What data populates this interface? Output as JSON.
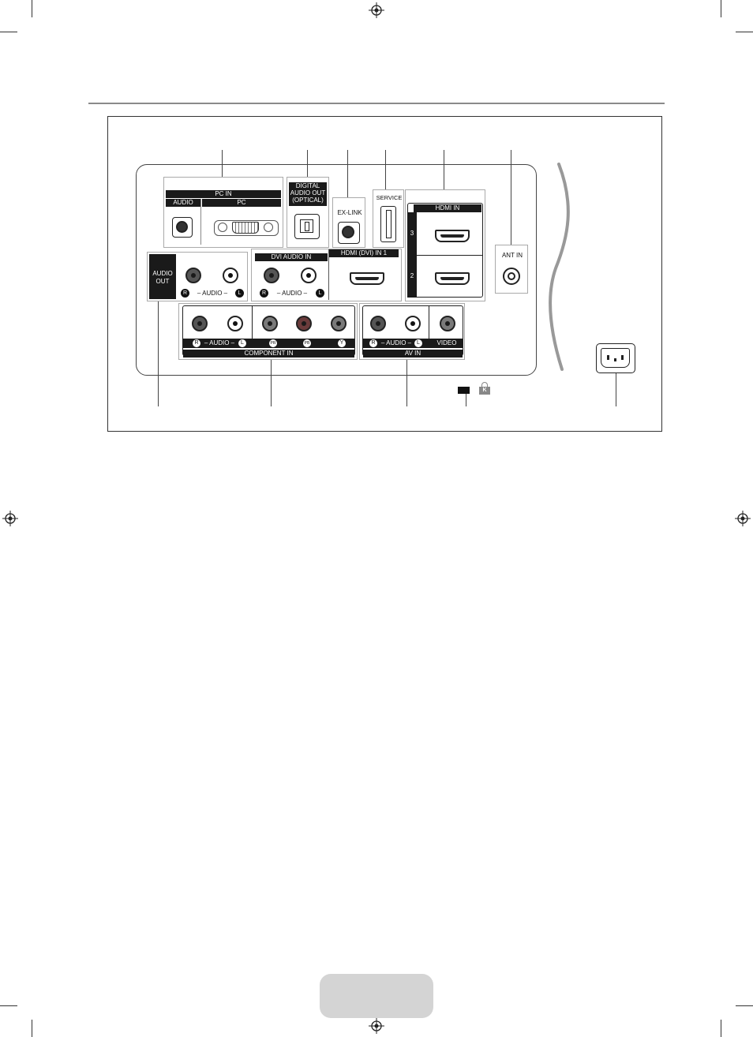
{
  "labels": {
    "pc_in": "PC IN",
    "audio": "AUDIO",
    "pc": "PC",
    "digital_audio_out_1": "DIGITAL",
    "digital_audio_out_2": "AUDIO OUT",
    "digital_audio_out_3": "(OPTICAL)",
    "ex_link": "EX-LINK",
    "service": "SERVICE",
    "hdmi_in": "HDMI IN",
    "hdmi_3": "3",
    "hdmi_2": "2",
    "ant_in": "ANT IN",
    "audio_out_1": "AUDIO",
    "audio_out_2": "OUT",
    "dvi_audio_in": "DVI AUDIO IN",
    "hdmi_dvi_in_1": "HDMI (DVI) IN 1",
    "audio_rl": "– AUDIO –",
    "r": "R",
    "l": "L",
    "component_in": "COMPONENT IN",
    "pr": "PR",
    "pb": "PB",
    "y": "Y",
    "video": "VIDEO",
    "av_in": "AV IN",
    "lock": "K"
  },
  "colors": {
    "bar": "#1a1a1a",
    "group_border": "#aaaaaa",
    "page_tab": "#d4d4d4"
  }
}
